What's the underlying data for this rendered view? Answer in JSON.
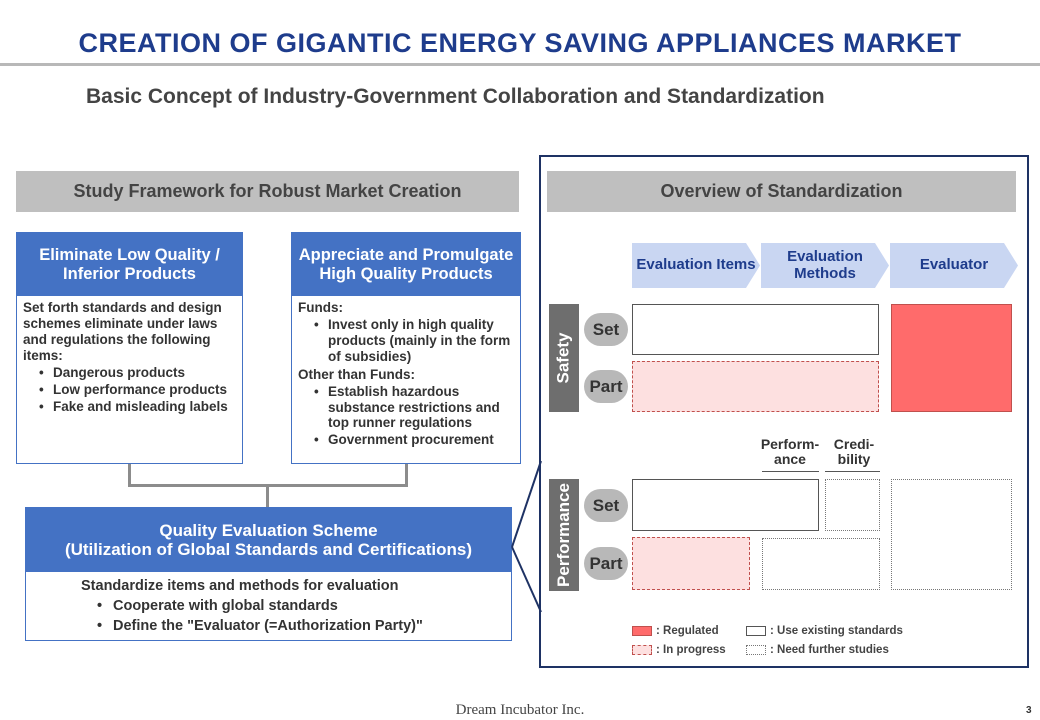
{
  "header": {
    "title": "CREATION OF GIGANTIC ENERGY SAVING APPLIANCES MARKET",
    "subtitle": "Basic Concept of Industry-Government Collaboration and Standardization"
  },
  "left": {
    "header": "Study Framework for Robust Market Creation",
    "box1": {
      "title": "Eliminate Low Quality / Inferior Products",
      "intro": "Set forth standards and design schemes eliminate under laws and regulations the following items:",
      "items": [
        "Dangerous products",
        "Low performance products",
        "Fake and misleading labels"
      ]
    },
    "box2": {
      "title": "Appreciate and Promulgate High Quality Products",
      "funds_label": "Funds:",
      "funds_items": [
        "Invest only in high quality products (mainly in the form of subsidies)"
      ],
      "other_label": "Other than Funds:",
      "other_items": [
        "Establish hazardous substance restrictions and top runner regulations",
        "Government procurement"
      ]
    },
    "box3": {
      "title_line1": "Quality Evaluation Scheme",
      "title_line2": "(Utilization of Global Standards and Certifications)",
      "intro": "Standardize items and methods for evaluation",
      "items": [
        "Cooperate with global standards",
        "Define the \"Evaluator (=Authorization Party)\""
      ]
    }
  },
  "right": {
    "header": "Overview of Standardization",
    "chevrons": [
      "Evaluation Items",
      "Evaluation Methods",
      "Evaluator"
    ],
    "safety_label": "Safety",
    "performance_label": "Performance",
    "set_label": "Set",
    "part_label": "Part",
    "col_performance": "Perform-ance",
    "col_credibility": "Credi-bility",
    "legend": {
      "regulated": ": Regulated",
      "in_progress": ": In progress",
      "use_existing": ": Use existing standards",
      "need_further": ": Need further studies"
    },
    "colors": {
      "regulated": "#ff6b6b",
      "in_progress": "#fde0e0",
      "accent": "#4472c4",
      "title": "#1e3c8c"
    }
  },
  "footer": {
    "company": "Dream Incubator Inc.",
    "page": "3"
  }
}
